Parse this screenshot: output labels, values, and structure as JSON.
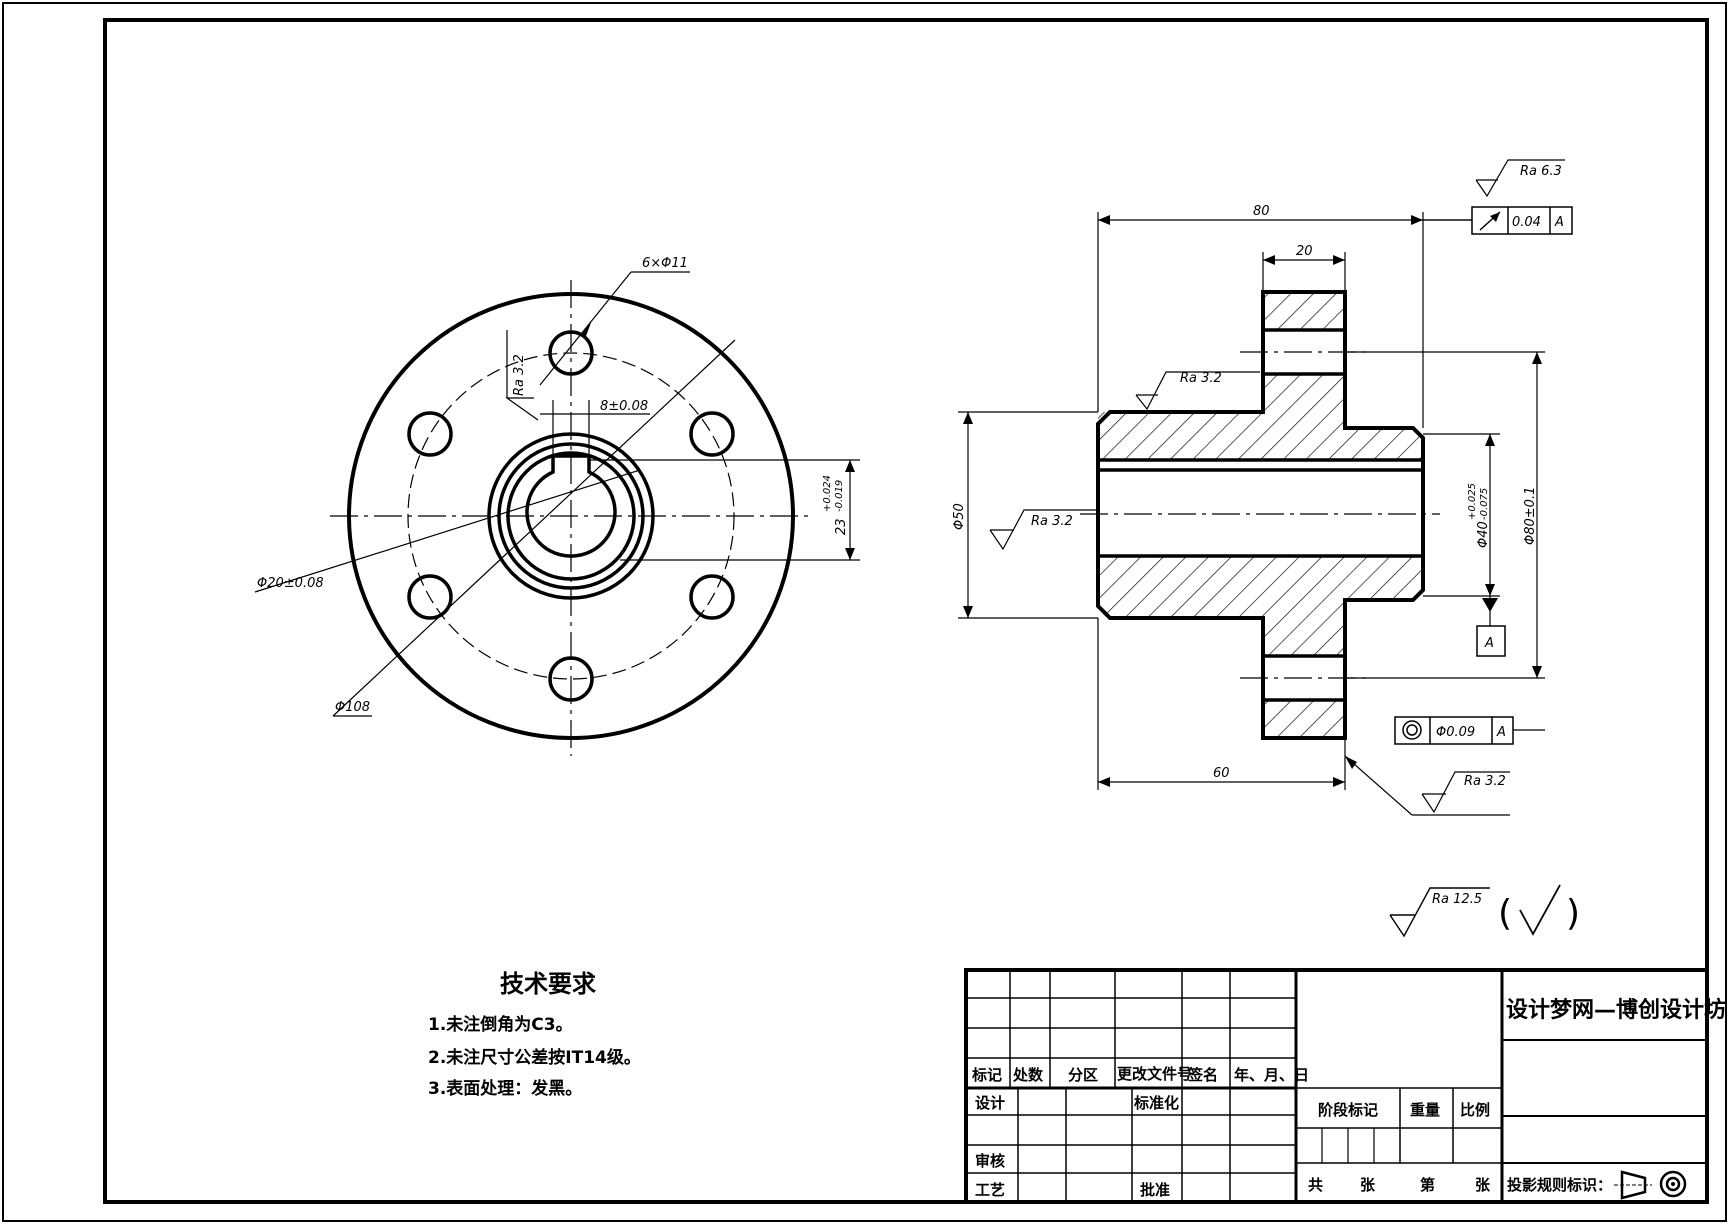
{
  "front_view": {
    "holes_callout": "6×Φ11",
    "keyway_ra": "Ra 3.2",
    "keyway_width": "8±0.08",
    "keyway_depth": "23",
    "keyway_depth_upper": "+0.024",
    "keyway_depth_lower": "-0.019",
    "bolt_circle_dia": "Φ20±0.08",
    "outer_dia": "Φ108"
  },
  "section_view": {
    "length_total": "80",
    "flange_width": "20",
    "length_60": "60",
    "hub_dia": "Φ50",
    "bore_ra": "Ra 3.2",
    "face_ra": "Ra 3.2",
    "flange_face_ra": "Ra 3.2",
    "top_ra": "Ra 6.3",
    "runout_tol": "0.04",
    "runout_datum": "A",
    "bore_dia": "Φ40",
    "bore_upper": "+0.025",
    "bore_lower": "-0.075",
    "pitch_dia": "Φ80±0.1",
    "datum_label": "A",
    "concentricity_tol": "Φ0.09",
    "concentricity_datum": "A"
  },
  "general_roughness": {
    "ra": "Ra 12.5",
    "open_paren": "(",
    "close_paren": ")"
  },
  "tech_requirements": {
    "title": "技术要求",
    "items": [
      "1.未注倒角为C3。",
      "2.未注尺寸公差按IT14级。",
      "3.表面处理：发黑。"
    ]
  },
  "title_block": {
    "company": "设计梦网—博创设计坊",
    "row_labels": [
      "标记",
      "处数",
      "分区",
      "更改文件号",
      "签名",
      "年、月、日"
    ],
    "design": "设计",
    "standardization": "标准化",
    "stage_mark": "阶段标记",
    "weight": "重量",
    "scale": "比例",
    "review": "审核",
    "process": "工艺",
    "approve": "批准",
    "total": "共",
    "sheet1": "张",
    "number": "第",
    "sheet2": "张",
    "projection": "投影规则标识："
  }
}
